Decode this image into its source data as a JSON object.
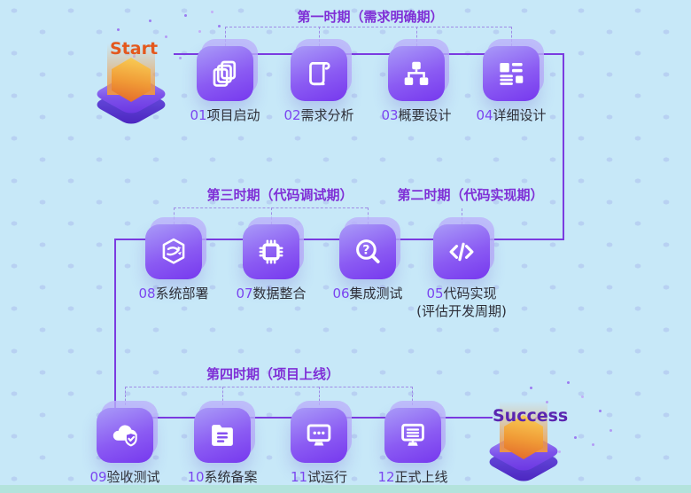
{
  "start": {
    "label": "Start"
  },
  "success": {
    "label": "Success"
  },
  "periods": [
    {
      "label": "第一时期（需求明确期）"
    },
    {
      "label": "第二时期（代码实现期）"
    },
    {
      "label": "第三时期（代码调试期）"
    },
    {
      "label": "第四时期（项目上线）"
    }
  ],
  "steps": [
    {
      "num": "01",
      "label": "项目启动",
      "icon": "document-stack-icon"
    },
    {
      "num": "02",
      "label": "需求分析",
      "icon": "scroll-icon"
    },
    {
      "num": "03",
      "label": "概要设计",
      "icon": "sitemap-icon"
    },
    {
      "num": "04",
      "label": "详细设计",
      "icon": "layout-icon"
    },
    {
      "num": "05",
      "label": "代码实现",
      "sublabel": "(评估开发周期)",
      "icon": "code-icon"
    },
    {
      "num": "06",
      "label": "集成测试",
      "icon": "search-question-icon"
    },
    {
      "num": "07",
      "label": "数据整合",
      "icon": "chip-icon"
    },
    {
      "num": "08",
      "label": "系统部署",
      "icon": "deploy-icon"
    },
    {
      "num": "09",
      "label": "验收测试",
      "icon": "cloud-shield-check-icon"
    },
    {
      "num": "10",
      "label": "系统备案",
      "icon": "folder-document-icon"
    },
    {
      "num": "11",
      "label": "试运行",
      "icon": "monitor-dots-icon"
    },
    {
      "num": "12",
      "label": "正式上线",
      "icon": "monitor-lines-icon"
    }
  ],
  "colors": {
    "background": "#c7e8f8",
    "bottom_strip": "#b3e3dc",
    "connector_line": "#7b3be0",
    "dashed_line": "#9f8ce6",
    "period_text": "#7f2fd6",
    "step_number": "#7b45f0",
    "step_label": "#2e2f38",
    "tile_gradient_start": "#a99bf8",
    "tile_gradient_end": "#7638ee",
    "start_text": "#e4581d",
    "success_text": "#5a25b0",
    "gem_orange": "#f09a36"
  }
}
